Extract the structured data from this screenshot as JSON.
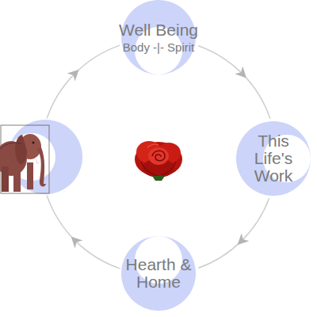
{
  "diagram": {
    "nodes": [
      {
        "text": [
          "Well Being",
          "Body -|- Spirit"
        ]
      },
      {
        "text": [
          "This Life's Work"
        ]
      },
      {
        "text": [
          "Hearth & Home"
        ]
      }
    ],
    "edges": [
      {
        "from": 0,
        "to": 1,
        "arrow": "to"
      },
      {
        "from": 1,
        "to": 2,
        "arrow": "to"
      }
    ]
  }
}
